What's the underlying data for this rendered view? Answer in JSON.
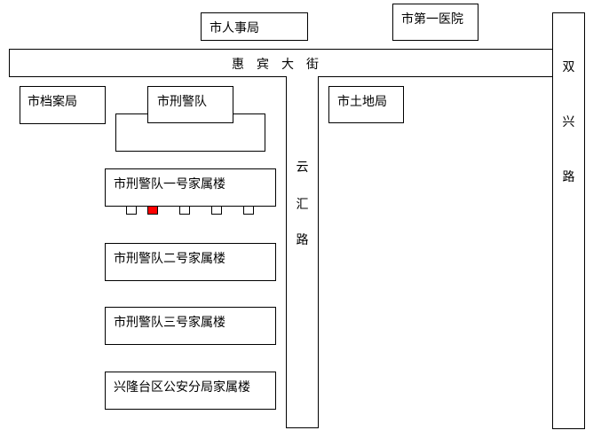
{
  "buildings": {
    "personnel_bureau": "市人事局",
    "first_hospital": "市第一医院",
    "archives_bureau": "市档案局",
    "criminal_police": "市刑警队",
    "land_bureau": "市土地局",
    "family_bldg_1": "市刑警队一号家属楼",
    "family_bldg_2": "市刑警队二号家属楼",
    "family_bldg_3": "市刑警队三号家属楼",
    "xinglongtai_bldg": "兴隆台区公安分局家属楼"
  },
  "roads": {
    "huibin": "惠宾大街",
    "yunhui": [
      "云",
      "汇",
      "路"
    ],
    "shuangxing": [
      "双",
      "兴",
      "路"
    ]
  },
  "markers": {
    "highlight_color": "#ff0000",
    "highlighted_index": 1
  }
}
